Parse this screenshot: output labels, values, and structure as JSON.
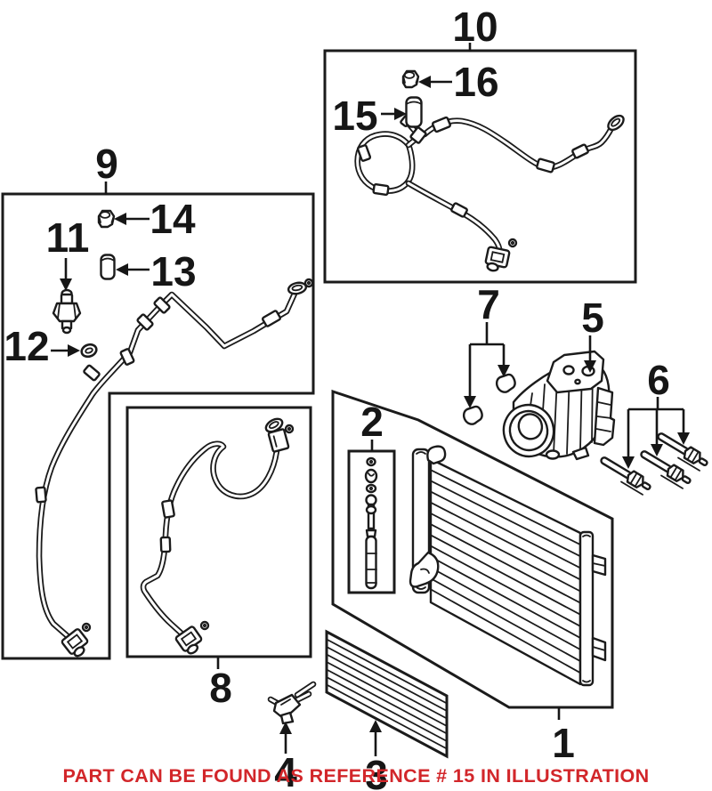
{
  "diagram": {
    "labels": {
      "n1": "1",
      "n2": "2",
      "n3": "3",
      "n4": "4",
      "n5": "5",
      "n6": "6",
      "n7": "7",
      "n8": "8",
      "n9": "9",
      "n10": "10",
      "n11": "11",
      "n12": "12",
      "n13": "13",
      "n14": "14",
      "n15": "15",
      "n16": "16"
    },
    "note": {
      "text": "PART CAN BE FOUND AS REFERENCE # 15 IN ILLUSTRATION",
      "color": "#d2262a"
    },
    "colors": {
      "line": "#1b1b1b",
      "background": "#ffffff"
    }
  }
}
